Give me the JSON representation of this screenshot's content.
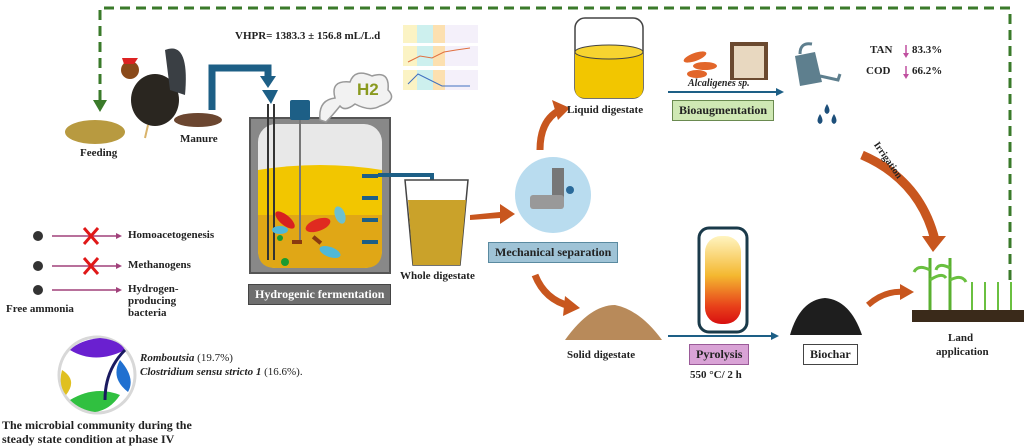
{
  "title": "Hydrogenic fermentation of chicken manure and digestate valorization",
  "colors": {
    "feedback_dash": "#3a7a2a",
    "flow_arrow": "#c8561e",
    "pipe": "#1d5f86",
    "bioaug_box": "#cfe8b4",
    "pyrolysis_box": "#d9a3d6",
    "mech_box": "#9fc3d6",
    "hydro_box": "#6e6e6e",
    "inhibit_x": "#e01818",
    "down_arrow": "#c050a0"
  },
  "left": {
    "feeding": "Feeding",
    "manure": "Manure",
    "vhpr": "VHPR= 1383.3 ± 156.8 mL/L.d",
    "h2": "H2",
    "hydrogenic_fermentation": "Hydrogenic fermentation",
    "whole_digestate": "Whole digestate"
  },
  "inhibition": {
    "source": "Free ammonia",
    "targets": [
      {
        "label": "Homoacetogenesis",
        "blocked": true
      },
      {
        "label": "Methanogens",
        "blocked": true
      },
      {
        "label": "Hydrogen-producing bacteria",
        "blocked": false
      }
    ]
  },
  "community": {
    "taxa": [
      {
        "name": "Romboutsia",
        "pct": "(19.7%)"
      },
      {
        "name": "Clostridium sensu stricto 1",
        "pct": "(16.6%)."
      }
    ],
    "caption_line1": "The microbial community during the",
    "caption_line2": "steady state condition at phase IV"
  },
  "center": {
    "mechanical_separation": "Mechanical separation",
    "liquid_digestate": "Liquid digestate",
    "solid_digestate": "Solid digestate"
  },
  "liquid_path": {
    "organism": "Alcaligenes sp.",
    "bioaugmentation": "Bioaugmentation",
    "tan_label": "TAN",
    "tan_value": "83.3%",
    "cod_label": "COD",
    "cod_value": "66.2%",
    "irrigation": "Irrigation"
  },
  "solid_path": {
    "pyrolysis": "Pyrolysis",
    "conditions": "550 °C/ 2 h",
    "biochar": "Biochar",
    "land_application_1": "Land",
    "land_application_2": "application"
  }
}
